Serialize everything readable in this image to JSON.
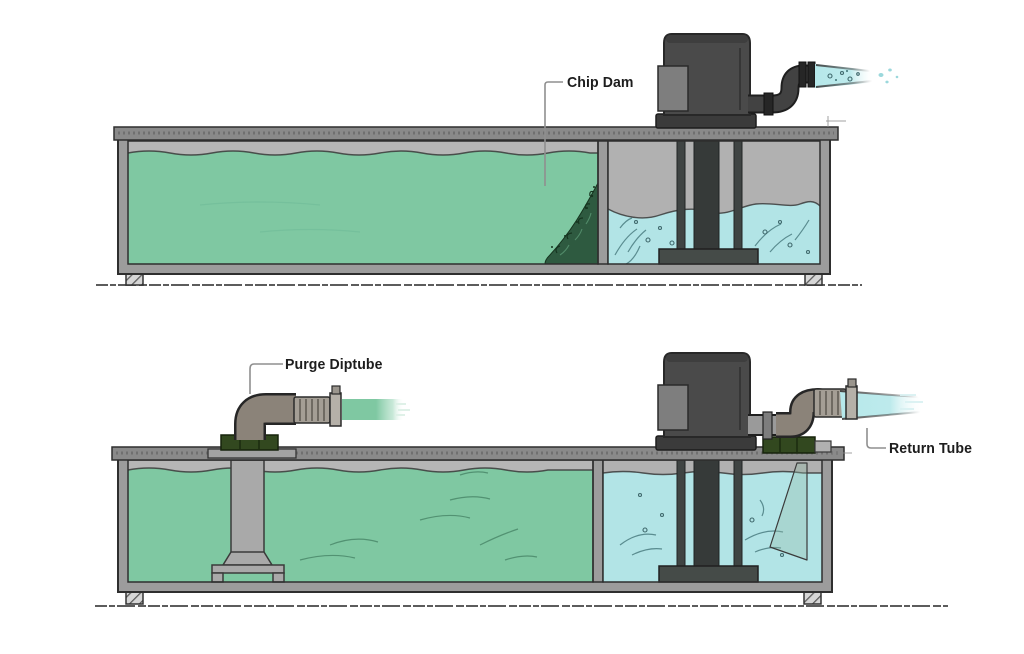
{
  "labels": {
    "chip_dam": "Chip Dam",
    "purge_diptube": "Purge Diptube",
    "return_tube": "Return Tube"
  },
  "palette": {
    "coolant-green": "#7fc8a2",
    "chip-green": "#2e5a40",
    "water-blue": "#b2e4e6",
    "tank-wall": "#9c9c9c",
    "tank-headspace": "#b6b6b6",
    "tank-lid": "#8a8a8a",
    "pump-body": "#4a4a4a",
    "pump-panel": "#7e7e7e",
    "elbow-taupe": "#8b8379",
    "fitting-gray": "#a49e95",
    "flange-green": "#32481f",
    "outline": "#2e2e2e",
    "leader": "#8f8f8f",
    "label-text": "#1d1d1d",
    "ground": "#4a4a4a"
  }
}
